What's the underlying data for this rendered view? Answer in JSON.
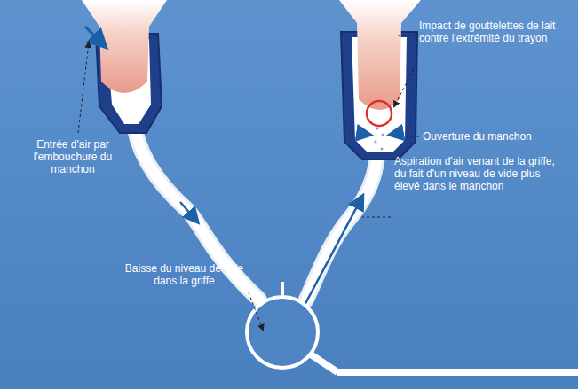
{
  "diagram": {
    "labels": [
      "Entrée d'air par l'embouchure du manchon",
      "Impact de gouttelettes de lait contre l'extrémité du trayon",
      "Ouverture du manchon",
      "Aspiration d'air venant de la griffe, du fait d'un niveau de vide plus élevé dans le manchon",
      "Baisse du niveau de vide dans la griffe"
    ]
  }
}
